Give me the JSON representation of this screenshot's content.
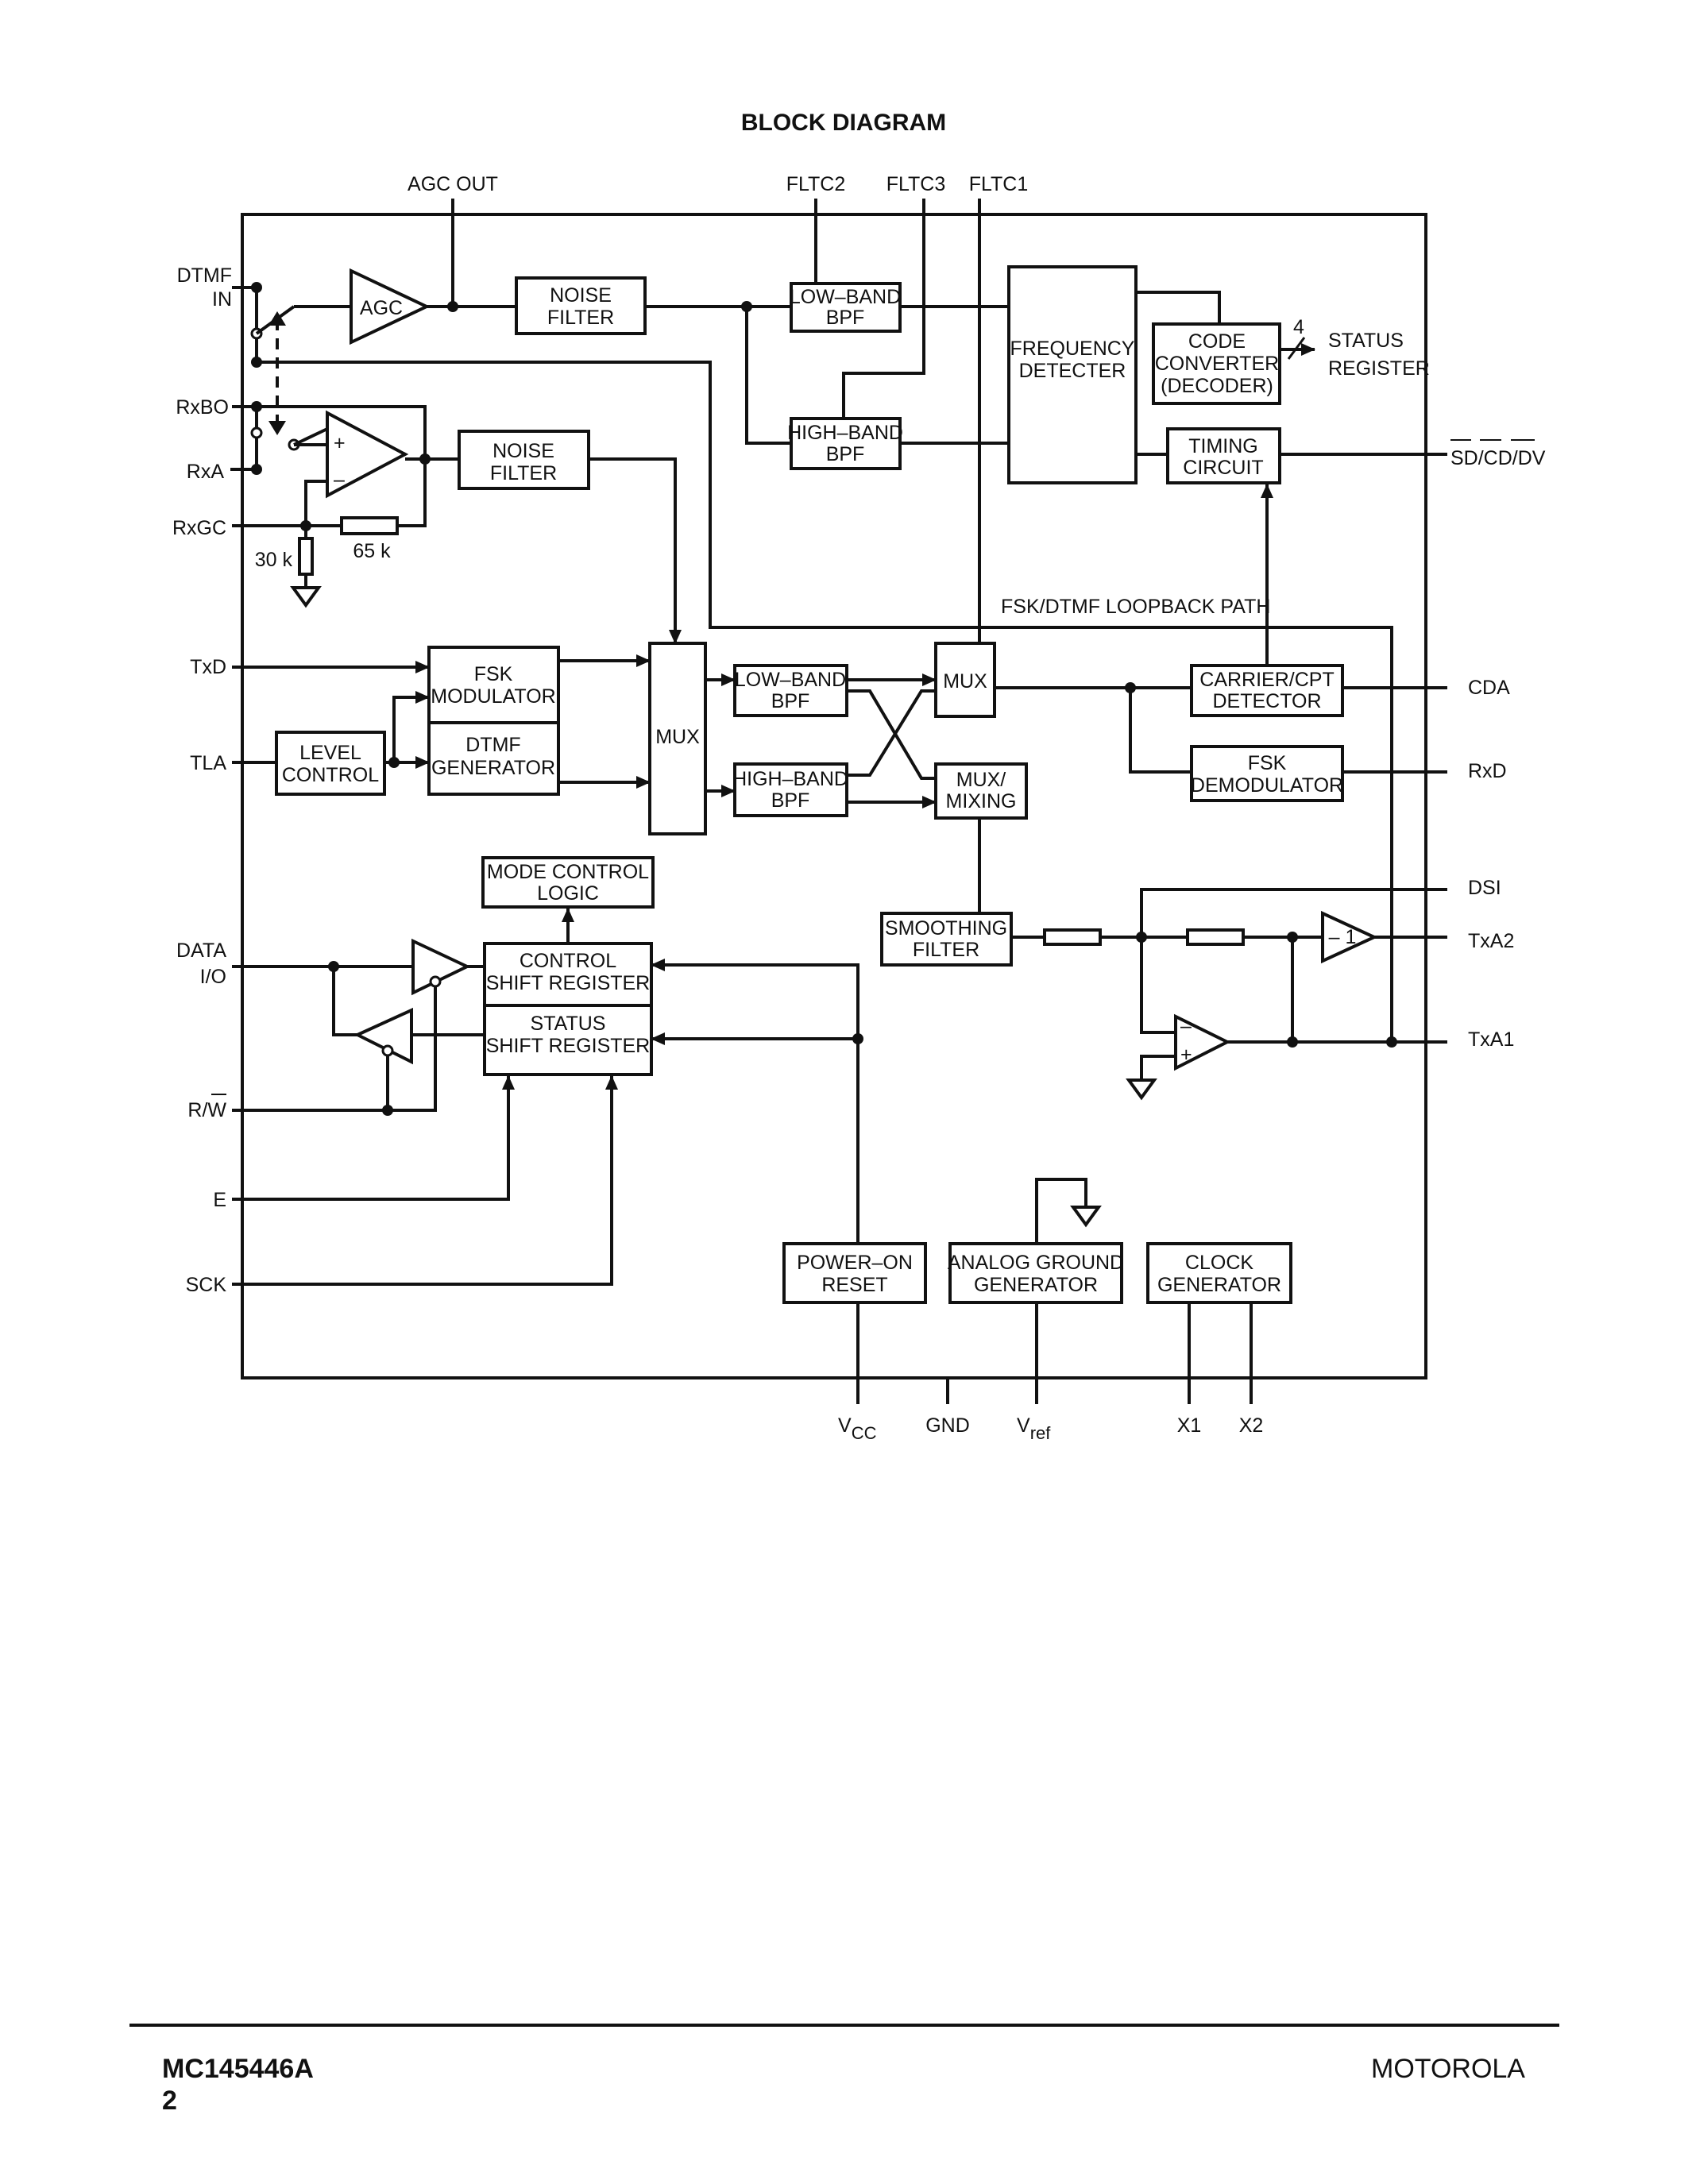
{
  "title": "BLOCK DIAGRAM",
  "pins_top": {
    "agc_out": "AGC OUT",
    "fltc2": "FLTC2",
    "fltc3": "FLTC3",
    "fltc1": "FLTC1"
  },
  "pins_left": {
    "dtmf_in_1": "DTMF",
    "dtmf_in_2": "IN",
    "rxbo": "RxBO",
    "rxa": "RxA",
    "rxgc": "RxGC",
    "txd": "TxD",
    "tla": "TLA",
    "data_io_1": "DATA",
    "data_io_2": "I/O",
    "rw": "R/W",
    "e": "E",
    "sck": "SCK"
  },
  "pins_right": {
    "status_register_1": "STATUS",
    "status_register_2": "REGISTER",
    "sd_cd_dv": "SD/CD/DV",
    "cda": "CDA",
    "rxd": "RxD",
    "dsi": "DSI",
    "txa2": "TxA2",
    "txa1": "TxA1"
  },
  "pins_bottom": {
    "vcc": "V",
    "vcc_sub": "CC",
    "gnd": "GND",
    "vref": "V",
    "vref_sub": "ref",
    "x1": "X1",
    "x2": "X2"
  },
  "blocks": {
    "agc": "AGC",
    "noise_filter_1": [
      "NOISE",
      "FILTER"
    ],
    "noise_filter_2": [
      "NOISE",
      "FILTER"
    ],
    "low_band_bpf_rx": [
      "LOW–BAND",
      "BPF"
    ],
    "high_band_bpf_rx": [
      "HIGH–BAND",
      "BPF"
    ],
    "frequency_detecter": [
      "FREQUENCY",
      "DETECTER"
    ],
    "code_converter": [
      "CODE",
      "CONVERTER",
      "(DECODER)"
    ],
    "timing_circuit": [
      "TIMING",
      "CIRCUIT"
    ],
    "fsk_modulator": [
      "FSK",
      "MODULATOR"
    ],
    "dtmf_generator": [
      "DTMF",
      "GENERATOR"
    ],
    "level_control": [
      "LEVEL",
      "CONTROL"
    ],
    "mux_tx": "MUX",
    "low_band_bpf_tx": [
      "LOW–BAND",
      "BPF"
    ],
    "high_band_bpf_tx": [
      "HIGH–BAND",
      "BPF"
    ],
    "mux_rx": "MUX",
    "mux_mixing": [
      "MUX/",
      "MIXING"
    ],
    "carrier_cpt_detector": [
      "CARRIER/CPT",
      "DETECTOR"
    ],
    "fsk_demodulator": [
      "FSK",
      "DEMODULATOR"
    ],
    "mode_control_logic": [
      "MODE CONTROL",
      "LOGIC"
    ],
    "control_shift_register": [
      "CONTROL",
      "SHIFT REGISTER"
    ],
    "status_shift_register": [
      "STATUS",
      "SHIFT REGISTER"
    ],
    "smoothing_filter": [
      "SMOOTHING",
      "FILTER"
    ],
    "power_on_reset": [
      "POWER–ON",
      "RESET"
    ],
    "analog_ground_generator": [
      "ANALOG GROUND",
      "GENERATOR"
    ],
    "clock_generator": [
      "CLOCK",
      "GENERATOR"
    ]
  },
  "annotations": {
    "res_30k": "30 k",
    "res_65k": "65 k",
    "bus_width": "4",
    "loopback": "FSK/DTMF LOOPBACK PATH",
    "opamp_plus": "+",
    "opamp_minus": "–",
    "inverter": "– 1"
  },
  "footer": {
    "part": "MC145446A",
    "page": "2",
    "brand": "MOTOROLA"
  }
}
